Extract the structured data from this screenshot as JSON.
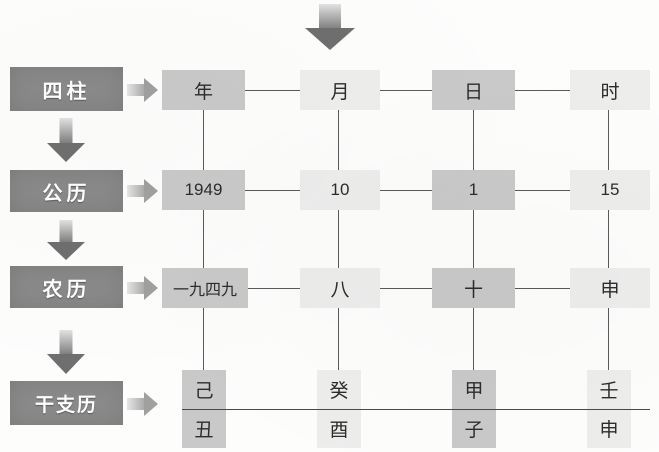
{
  "diagram": {
    "title_arrow": "down-arrow-top",
    "rows": [
      {
        "id": "sizhu",
        "label": "四柱",
        "cells": [
          {
            "text": "年",
            "shade": "dark"
          },
          {
            "text": "月",
            "shade": "light"
          },
          {
            "text": "日",
            "shade": "dark"
          },
          {
            "text": "时",
            "shade": "light"
          }
        ]
      },
      {
        "id": "gongli",
        "label": "公历",
        "cells": [
          {
            "text": "1949",
            "shade": "dark"
          },
          {
            "text": "10",
            "shade": "light"
          },
          {
            "text": "1",
            "shade": "dark"
          },
          {
            "text": "15",
            "shade": "light"
          }
        ]
      },
      {
        "id": "nongli",
        "label": "农历",
        "cells": [
          {
            "text": "一九四九",
            "shade": "dark"
          },
          {
            "text": "八",
            "shade": "light"
          },
          {
            "text": "十",
            "shade": "dark"
          },
          {
            "text": "申",
            "shade": "light"
          }
        ]
      },
      {
        "id": "ganzhili",
        "label": "干支历",
        "cells": [
          {
            "stem": "己",
            "branch": "丑",
            "shade": "dark"
          },
          {
            "stem": "癸",
            "branch": "酉",
            "shade": "light"
          },
          {
            "stem": "甲",
            "branch": "子",
            "shade": "dark"
          },
          {
            "stem": "壬",
            "branch": "申",
            "shade": "light"
          }
        ]
      }
    ],
    "colors": {
      "label_bg": "#8a8a8a",
      "label_text": "#ffffff",
      "cell_dark": "#c9c9c9",
      "cell_light": "#ededec",
      "line": "#5a5a5a",
      "arrow": "#6f6f6f",
      "page_bg": "#fdfdfc"
    }
  }
}
